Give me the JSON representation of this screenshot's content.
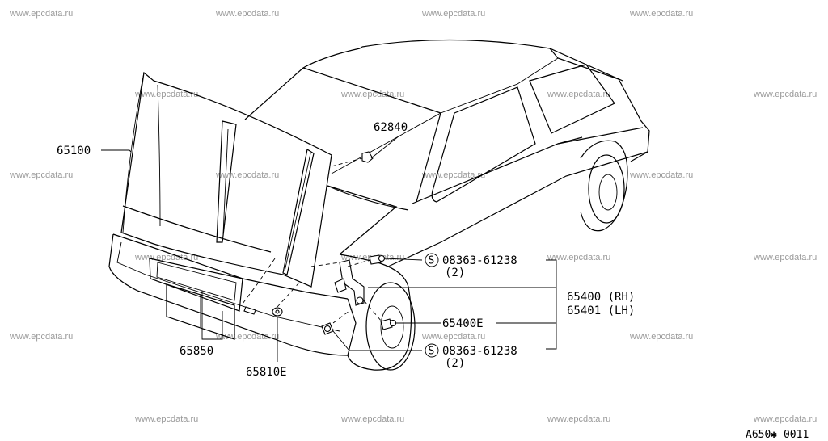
{
  "watermark": "www.epcdata.ru",
  "figure_code": "A650✱ 0011",
  "callouts": {
    "hood": "65100",
    "hood_stay_clip": "62840",
    "lock_screw_top": "08363-61238",
    "lock_screw_top_qty": "(2)",
    "hood_hinge_rh": "65400 (RH)",
    "hood_hinge_lh": "65401 (LH)",
    "hinge_bolt": "65400E",
    "lock_screw_bottom": "08363-61238",
    "lock_screw_bottom_qty": "(2)",
    "hood_seal": "65850",
    "hood_bumper": "65810E"
  },
  "symbol_s": "S"
}
